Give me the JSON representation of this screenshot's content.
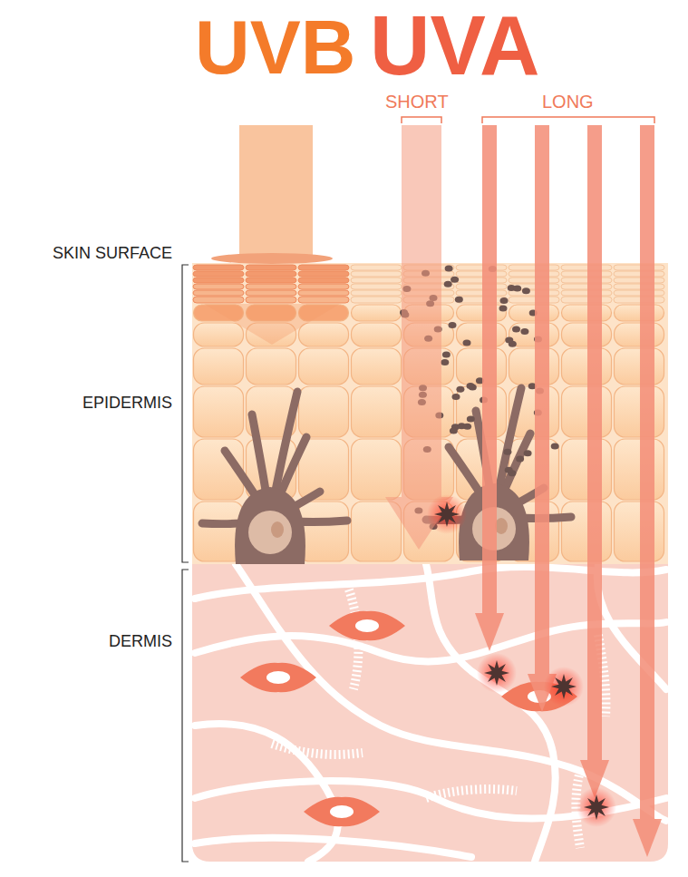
{
  "diagram": {
    "labels": [
      "UVB",
      "UVA",
      "SHORT",
      "LONG",
      "SKIN SURFACE",
      "EPIDERMIS",
      "DERMIS"
    ]
  }
}
